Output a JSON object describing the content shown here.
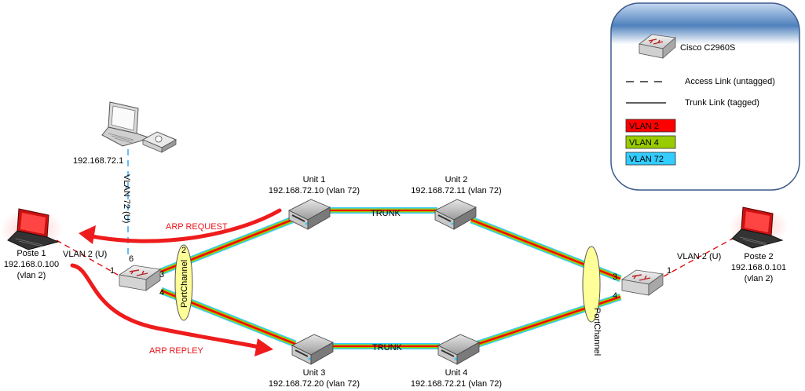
{
  "colors": {
    "vlan2": "#ff0000",
    "vlan4": "#99cc00",
    "vlan72": "#33ccff",
    "arrow": "#ee1c1c",
    "legend_header": "#4f81bd",
    "legend_border": "#3d5a8c",
    "portchannel_fill": "#ffff99"
  },
  "legend": {
    "switch_label": "Cisco C2960S",
    "access_link": "Access Link (untagged)",
    "trunk_link": "Trunk Link (tagged)",
    "vlans": [
      {
        "label": "VLAN 2",
        "color": "#ff0000"
      },
      {
        "label": "VLAN 4",
        "color": "#99cc00"
      },
      {
        "label": "VLAN 72",
        "color": "#33ccff"
      }
    ]
  },
  "admin_pc": {
    "ip": "192.168.72.1",
    "link": "VLAN 72 (U)"
  },
  "poste1": {
    "name": "Poste 1",
    "ip": "192.168.0.100",
    "vlan": "(vlan 2)",
    "link": "VLAN 2 (U)"
  },
  "poste2": {
    "name": "Poste 2",
    "ip": "192.168.0.101",
    "vlan": "(vlan 2)",
    "link": "VLAN 2 (U)"
  },
  "units": [
    {
      "name": "Unit 1",
      "ip": "192.168.72.10 (vlan 72)"
    },
    {
      "name": "Unit 2",
      "ip": "192.168.72.11 (vlan 72)"
    },
    {
      "name": "Unit 3",
      "ip": "192.168.72.20 (vlan 72)"
    },
    {
      "name": "Unit 4",
      "ip": "192.168.72.21 (vlan 72)"
    }
  ],
  "trunk_label": "TRUNK",
  "portchannel_label": "PortChannel",
  "ports": {
    "p1": "1",
    "p3": "3",
    "p4": "4",
    "p6": "6",
    "p2": "2"
  },
  "arrows": {
    "request": "ARP REQUEST",
    "reply": "ARP REPLEY"
  }
}
